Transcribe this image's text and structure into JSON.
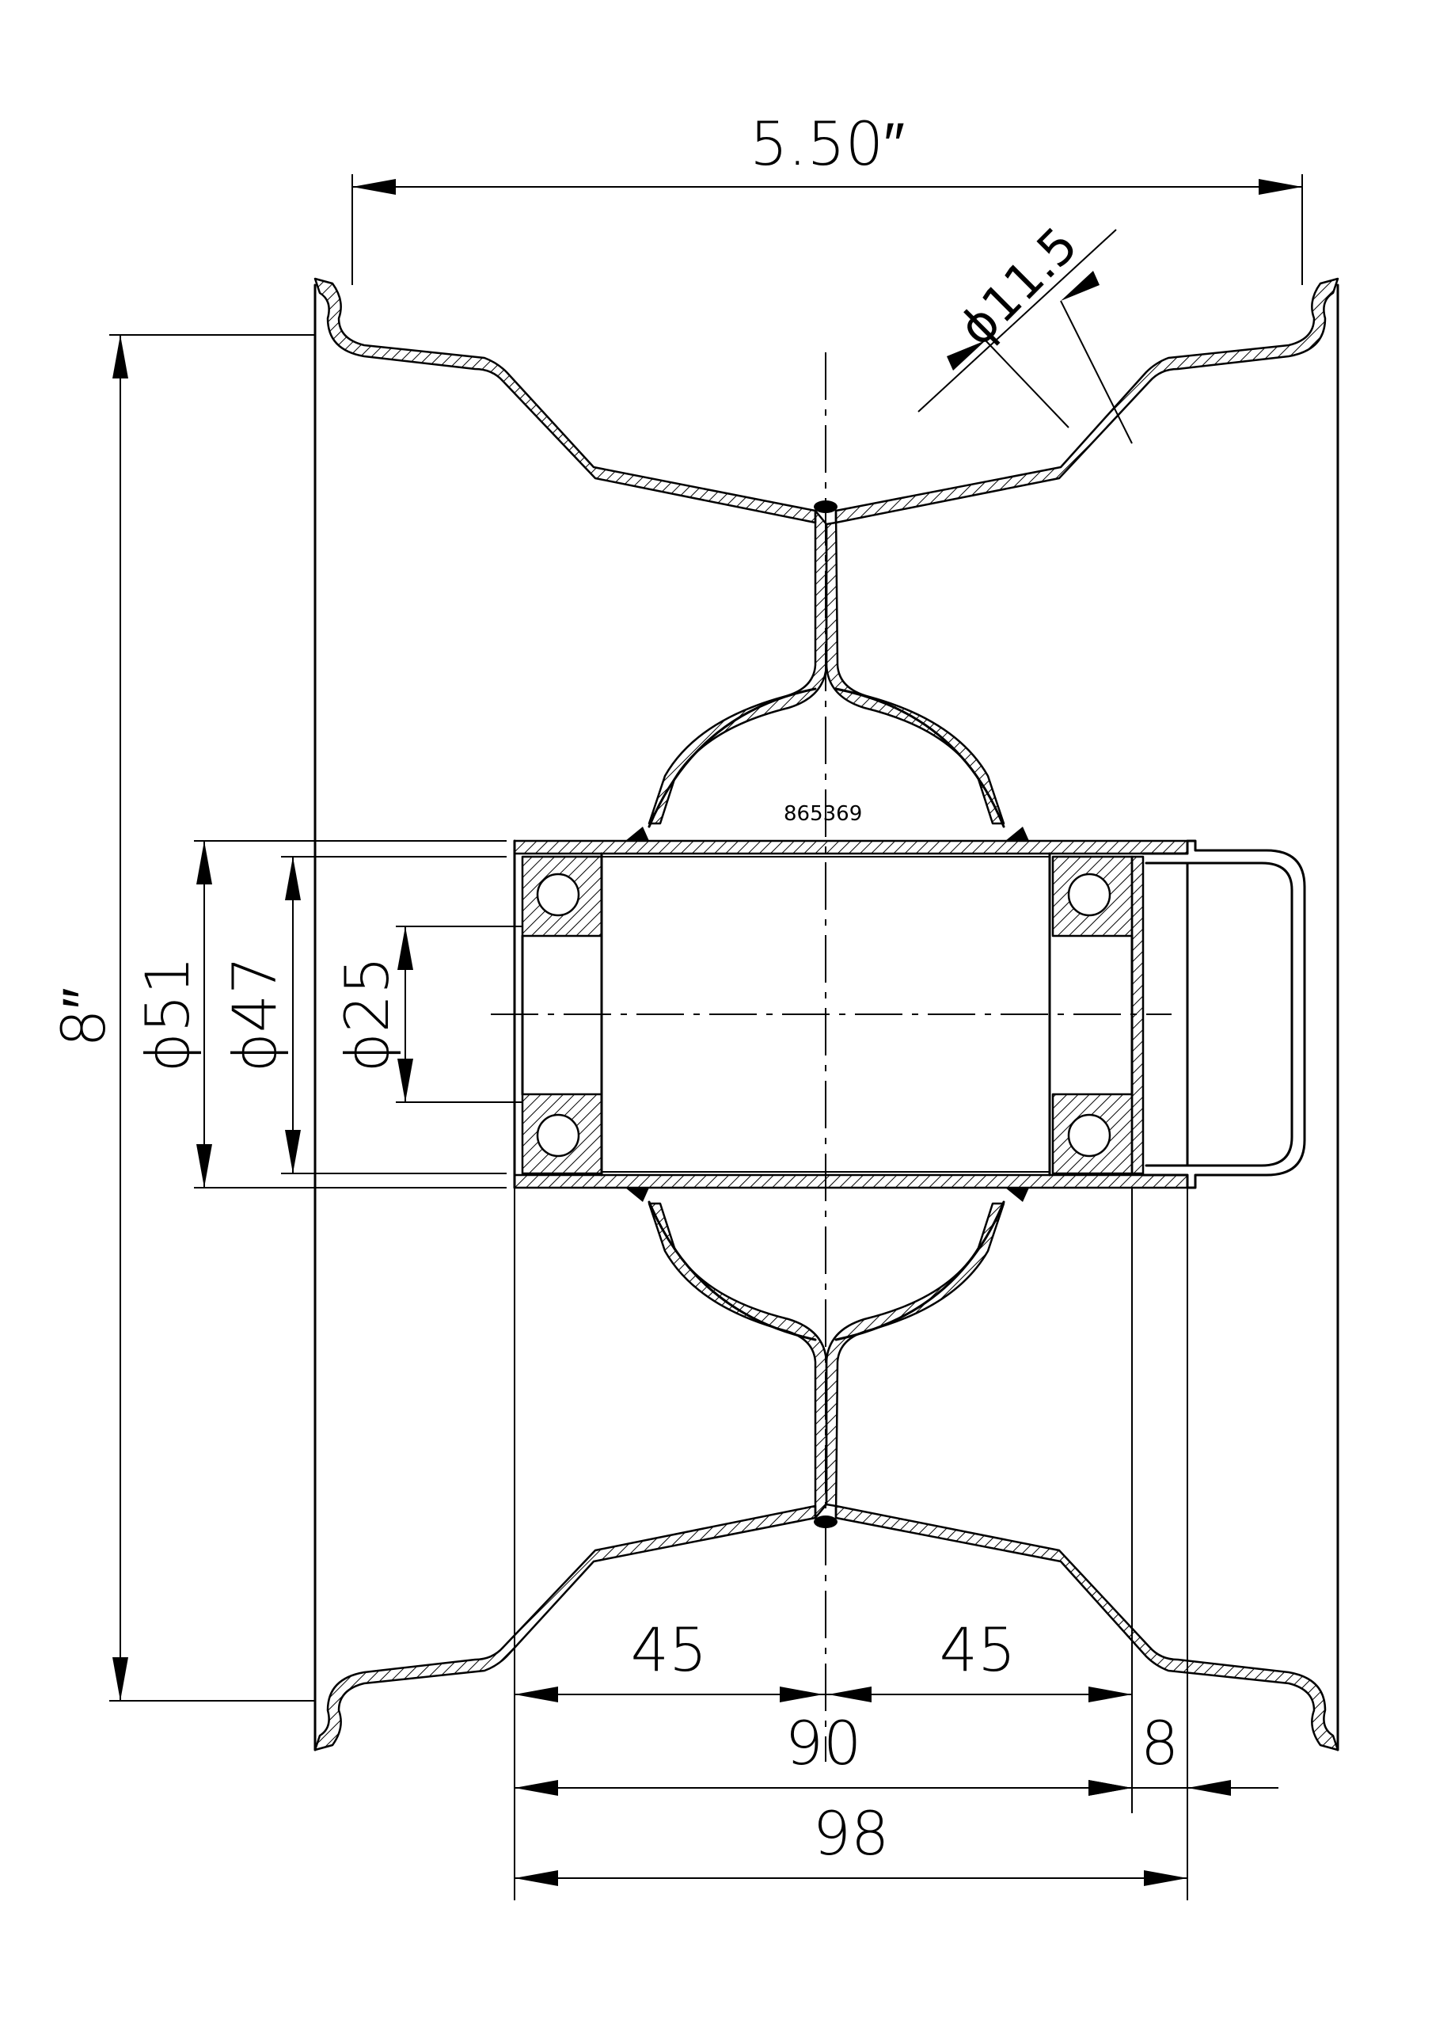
{
  "part_number": "865369",
  "dimensions": {
    "rim_width": "5.50″",
    "rim_diameter": "8″",
    "bolt_hole": "ϕ11.5",
    "diameter_outer": "ϕ51",
    "diameter_bearing": "ϕ47",
    "diameter_bore": "ϕ25",
    "left_half": "45",
    "right_half": "45",
    "hub_length": "90",
    "cap_offset": "8",
    "overall_length": "98"
  }
}
